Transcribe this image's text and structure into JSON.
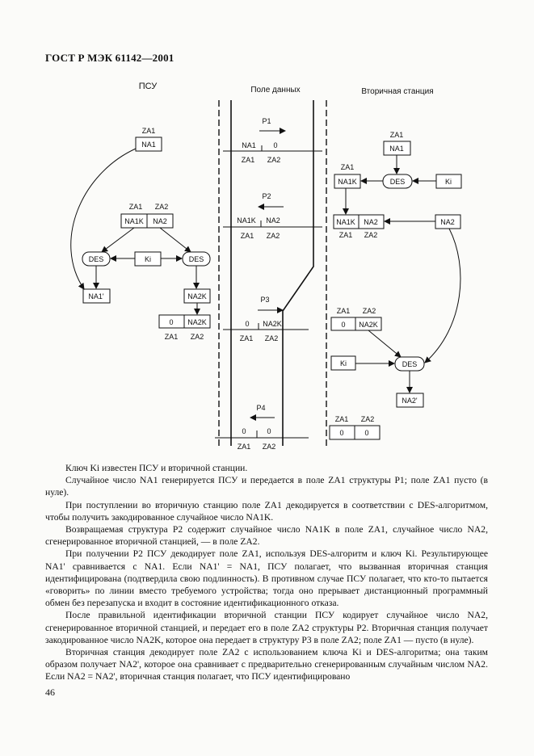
{
  "header": {
    "title": "ГОСТ Р МЭК 61142—2001"
  },
  "diagram": {
    "col_psu": "ПСУ",
    "col_data": "Поле данных",
    "col_secondary": "Вторичная станция",
    "za1": "ZA1",
    "za2": "ZA2",
    "na1": "NA1",
    "na1k": "NA1K",
    "na1prime": "NA1'",
    "na2": "NA2",
    "na2k": "NA2K",
    "na2prime": "NA2'",
    "des": "DES",
    "ki": "Ki",
    "zero": "0",
    "p1": "P1",
    "p2": "P2",
    "p3": "P3",
    "p4": "P4"
  },
  "paragraphs": [
    "Ключ Ki известен ПСУ и вторичной станции.",
    "Случайное число NA1 генерируется ПСУ и передается в поле ZA1 структуры P1; поле ZA1 пусто (в нуле).",
    "При поступлении во вторичную станцию поле ZA1 декодируется в соответствии с DES-алгоритмом, чтобы получить закодированное случайное число NA1K.",
    "Возвращаемая структура P2 содержит случайное число NA1K в поле ZA1, случайное число NA2, сгенерированное вторичной станцией, — в поле ZA2.",
    "При получении P2 ПСУ декодирует поле ZA1, используя DES-алгоритм и ключ Ki. Результирующее NA1' сравнивается с NA1. Если NA1' = NA1, ПСУ полагает, что вызванная вторичная станция идентифицирована (подтвердила свою подлинность). В противном случае ПСУ полагает, что кто-то пытается «говорить» по линии вместо требуемого устройства; тогда оно прерывает дистанционный программный обмен без перезапуска и входит в состояние идентификационного отказа.",
    "После правильной идентификации вторичной станции ПСУ кодирует случайное число NA2, сгенерированное вторичной станцией, и передает его в поле ZA2 структуры P2. Вторичная станция получает закодированное число NA2K, которое она передает в структуру P3 в поле ZA2; поле ZA1 — пусто (в нуле).",
    "Вторичная станция декодирует поле ZA2 с использованием ключа Ki и DES-алгоритма; она таким образом получает NA2', которое она сравнивает с предварительно сгенерированным случайным числом NA2. Если NA2 = NA2', вторичная станция полагает, что ПСУ идентифицировано"
  ],
  "page_number": "46"
}
